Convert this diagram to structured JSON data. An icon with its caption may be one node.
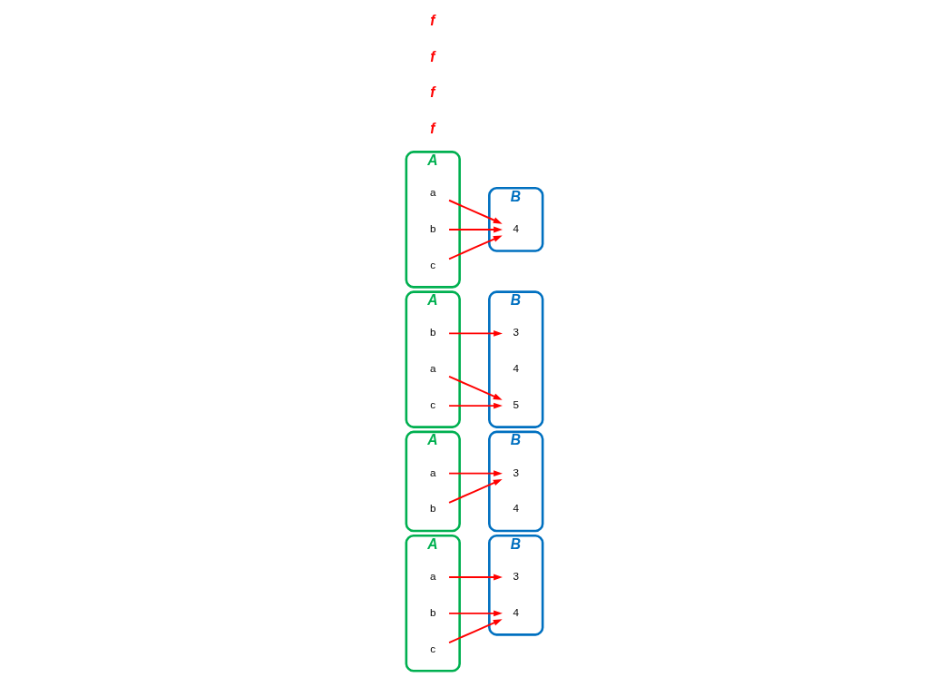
{
  "diagram": {
    "nodes": [
      {
        "text": [
          "A"
        ]
      },
      {
        "text": [
          "a"
        ],
        "in": 0
      },
      {
        "text": [
          "b"
        ],
        "in": 0
      },
      {
        "text": [
          "c"
        ],
        "in": 0
      },
      {
        "text": [
          "B"
        ]
      },
      {
        "text": [
          "3"
        ],
        "in": 4
      },
      {
        "text": [
          "4"
        ],
        "in": 4
      },
      {
        "text": [
          "A"
        ]
      },
      {
        "text": [
          "a"
        ],
        "in": 7
      },
      {
        "text": [
          "b"
        ],
        "in": 7
      },
      {
        "text": [
          "B"
        ]
      },
      {
        "text": [
          "3"
        ],
        "in": 10
      },
      {
        "text": [
          "4"
        ],
        "in": 10
      },
      {
        "text": [
          "A"
        ]
      },
      {
        "text": [
          "a"
        ],
        "in": 13
      },
      {
        "text": [
          "b"
        ],
        "in": 13
      },
      {
        "text": [
          "c"
        ],
        "in": 13
      },
      {
        "text": [
          "B"
        ]
      },
      {
        "text": [
          "3"
        ],
        "in": 17
      },
      {
        "text": [
          "4"
        ],
        "in": 17
      },
      {
        "text": [
          "5"
        ],
        "in": 17
      },
      {
        "text": [
          "A"
        ]
      },
      {
        "text": [
          "a"
        ],
        "in": 21
      },
      {
        "text": [
          "b"
        ],
        "in": 21
      },
      {
        "text": [
          "c"
        ],
        "in": 21
      },
      {
        "text": [
          "B"
        ]
      },
      {
        "text": [
          "4"
        ],
        "in": 25
      }
    ],
    "edges": [
      {
        "from": 1,
        "to": 5,
        "arrow": "to"
      },
      {
        "from": 2,
        "to": 6,
        "arrow": "to"
      },
      {
        "from": 3,
        "to": 6,
        "arrow": "to"
      },
      {
        "from": 8,
        "to": 11,
        "arrow": "to"
      },
      {
        "from": 9,
        "to": 11,
        "arrow": "to"
      },
      {
        "from": 14,
        "to": 20,
        "arrow": "to"
      },
      {
        "from": 15,
        "to": 18,
        "arrow": "to"
      },
      {
        "from": 16,
        "to": 20,
        "arrow": "to"
      },
      {
        "from": 22,
        "to": 26,
        "arrow": "to"
      },
      {
        "from": 23,
        "to": 26,
        "arrow": "to"
      },
      {
        "from": 24,
        "to": 26,
        "arrow": "to"
      }
    ],
    "labels": [
      "f",
      "f",
      "f",
      "f"
    ]
  }
}
